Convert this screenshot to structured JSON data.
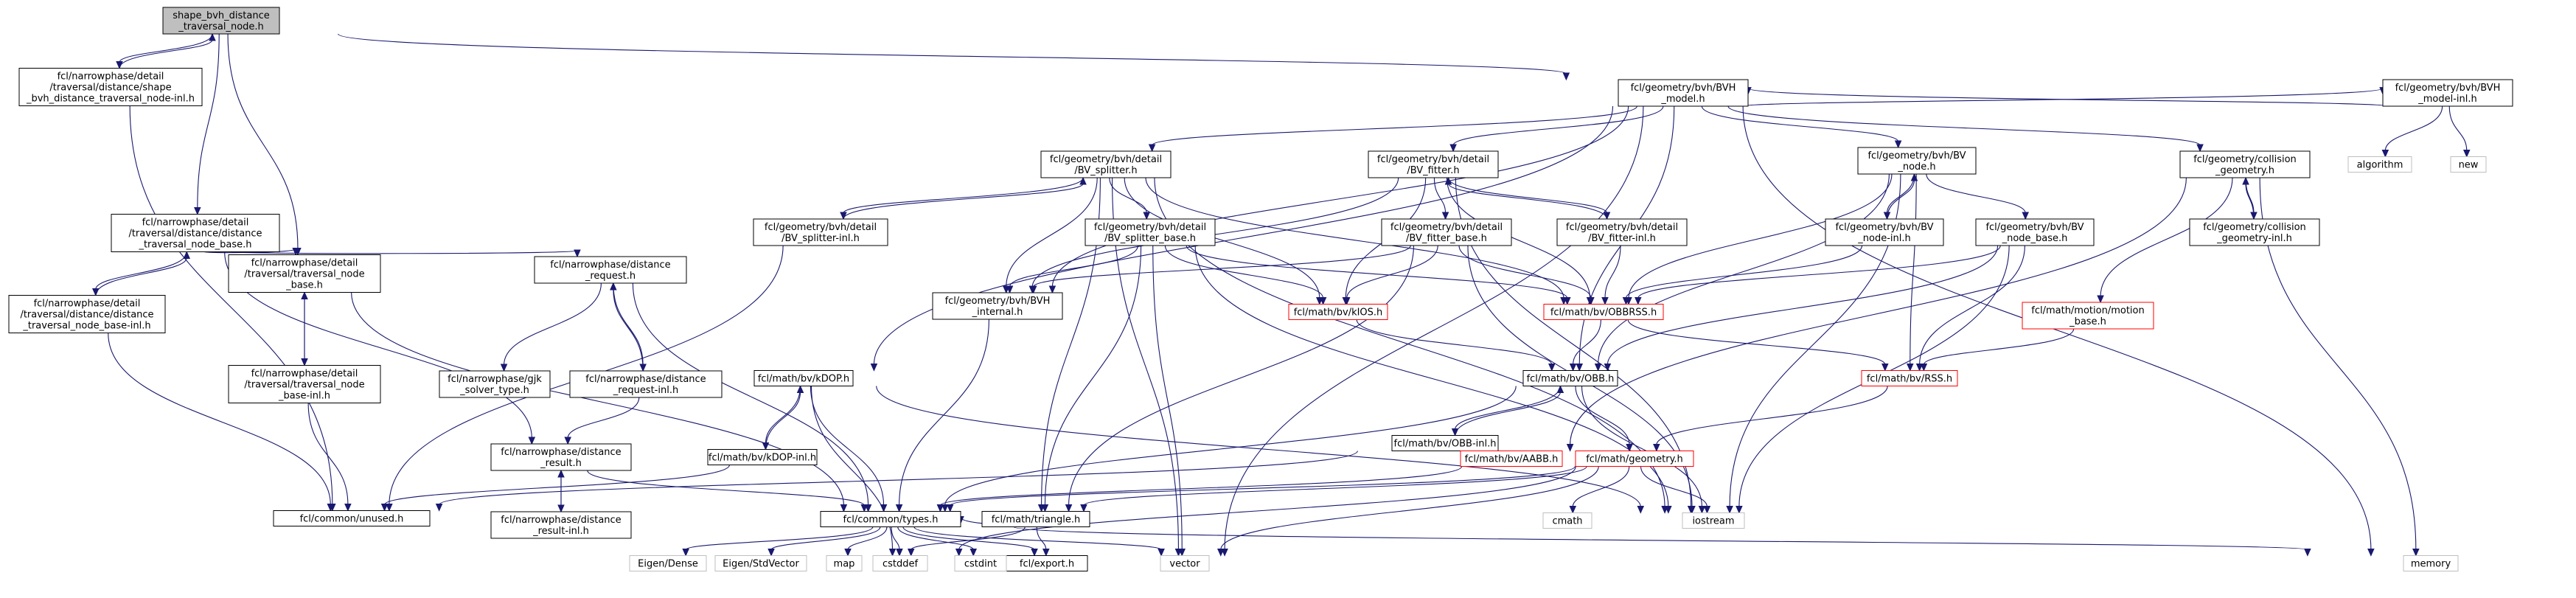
{
  "colors": {
    "edge": "#191970",
    "box_border": "#000000",
    "missing_border": "#bfbfbf",
    "missing_text": "#7f7f7f",
    "red_border": "#ff0000",
    "root_fill": "#bfbfbf",
    "fill": "#ffffff"
  },
  "nodes": [
    {
      "id": "root",
      "style": "root",
      "lines": [
        "shape_bvh_distance",
        "_traversal_node.h"
      ]
    },
    {
      "id": "sbdtn_inl",
      "style": "normal",
      "lines": [
        "fcl/narrowphase/detail",
        "/traversal/distance/shape",
        "_bvh_distance_traversal_node-inl.h"
      ]
    },
    {
      "id": "bvh_model",
      "style": "normal",
      "lines": [
        "fcl/geometry/bvh/BVH",
        "_model.h"
      ]
    },
    {
      "id": "dtnb",
      "style": "normal",
      "lines": [
        "fcl/narrowphase/detail",
        "/traversal/distance/distance",
        "_traversal_node_base.h"
      ]
    },
    {
      "id": "tnb",
      "style": "normal",
      "lines": [
        "fcl/narrowphase/detail",
        "/traversal/traversal_node",
        "_base.h"
      ]
    },
    {
      "id": "dtnb_inl",
      "style": "normal",
      "lines": [
        "fcl/narrowphase/detail",
        "/traversal/distance/distance",
        "_traversal_node_base-inl.h"
      ]
    },
    {
      "id": "tnb_inl",
      "style": "normal",
      "lines": [
        "fcl/narrowphase/detail",
        "/traversal/traversal_node",
        "_base-inl.h"
      ]
    },
    {
      "id": "dreq",
      "style": "normal",
      "lines": [
        "fcl/narrowphase/distance",
        "_request.h"
      ]
    },
    {
      "id": "gjk",
      "style": "normal",
      "lines": [
        "fcl/narrowphase/gjk",
        "_solver_type.h"
      ]
    },
    {
      "id": "dreq_inl",
      "style": "normal",
      "lines": [
        "fcl/narrowphase/distance",
        "_request-inl.h"
      ]
    },
    {
      "id": "dres",
      "style": "normal",
      "lines": [
        "fcl/narrowphase/distance",
        "_result.h"
      ]
    },
    {
      "id": "dres_inl",
      "style": "normal",
      "lines": [
        "fcl/narrowphase/distance",
        "_result-inl.h"
      ]
    },
    {
      "id": "unused",
      "style": "normal",
      "lines": [
        "fcl/common/unused.h"
      ]
    },
    {
      "id": "types",
      "style": "normal",
      "lines": [
        "fcl/common/types.h"
      ]
    },
    {
      "id": "bv_splitter",
      "style": "normal",
      "lines": [
        "fcl/geometry/bvh/detail",
        "/BV_splitter.h"
      ]
    },
    {
      "id": "bv_splitter_inl",
      "style": "normal",
      "lines": [
        "fcl/geometry/bvh/detail",
        "/BV_splitter-inl.h"
      ]
    },
    {
      "id": "bv_splitter_base",
      "style": "normal",
      "lines": [
        "fcl/geometry/bvh/detail",
        "/BV_splitter_base.h"
      ]
    },
    {
      "id": "bv_fitter",
      "style": "normal",
      "lines": [
        "fcl/geometry/bvh/detail",
        "/BV_fitter.h"
      ]
    },
    {
      "id": "bv_fitter_base",
      "style": "normal",
      "lines": [
        "fcl/geometry/bvh/detail",
        "/BV_fitter_base.h"
      ]
    },
    {
      "id": "bv_fitter_inl",
      "style": "normal",
      "lines": [
        "fcl/geometry/bvh/detail",
        "/BV_fitter-inl.h"
      ]
    },
    {
      "id": "bvh_internal",
      "style": "normal",
      "lines": [
        "fcl/geometry/bvh/BVH",
        "_internal.h"
      ]
    },
    {
      "id": "kios",
      "style": "red",
      "lines": [
        "fcl/math/bv/kIOS.h"
      ]
    },
    {
      "id": "obbrss",
      "style": "red",
      "lines": [
        "fcl/math/bv/OBBRSS.h"
      ]
    },
    {
      "id": "obb",
      "style": "normal",
      "lines": [
        "fcl/math/bv/OBB.h"
      ]
    },
    {
      "id": "obb_inl",
      "style": "normal",
      "lines": [
        "fcl/math/bv/OBB-inl.h"
      ]
    },
    {
      "id": "kdop",
      "style": "normal",
      "lines": [
        "fcl/math/bv/kDOP.h"
      ]
    },
    {
      "id": "kdop_inl",
      "style": "normal",
      "lines": [
        "fcl/math/bv/kDOP-inl.h"
      ]
    },
    {
      "id": "aabb",
      "style": "red",
      "lines": [
        "fcl/math/bv/AABB.h"
      ]
    },
    {
      "id": "geometry",
      "style": "red",
      "lines": [
        "fcl/math/geometry.h"
      ]
    },
    {
      "id": "triangle",
      "style": "normal",
      "lines": [
        "fcl/math/triangle.h"
      ]
    },
    {
      "id": "export",
      "style": "normal",
      "lines": [
        "fcl/export.h"
      ]
    },
    {
      "id": "bv_node",
      "style": "normal",
      "lines": [
        "fcl/geometry/bvh/BV",
        "_node.h"
      ]
    },
    {
      "id": "bv_node_inl",
      "style": "normal",
      "lines": [
        "fcl/geometry/bvh/BV",
        "_node-inl.h"
      ]
    },
    {
      "id": "bv_node_base",
      "style": "normal",
      "lines": [
        "fcl/geometry/bvh/BV",
        "_node_base.h"
      ]
    },
    {
      "id": "rss",
      "style": "red",
      "lines": [
        "fcl/math/bv/RSS.h"
      ]
    },
    {
      "id": "motion_base",
      "style": "red",
      "lines": [
        "fcl/math/motion/motion",
        "_base.h"
      ]
    },
    {
      "id": "coll_geom",
      "style": "normal",
      "lines": [
        "fcl/geometry/collision",
        "_geometry.h"
      ]
    },
    {
      "id": "coll_geom_inl",
      "style": "normal",
      "lines": [
        "fcl/geometry/collision",
        "_geometry-inl.h"
      ]
    },
    {
      "id": "bvh_model_inl",
      "style": "normal",
      "lines": [
        "fcl/geometry/bvh/BVH",
        "_model-inl.h"
      ]
    },
    {
      "id": "algorithm",
      "style": "missing",
      "lines": [
        "algorithm"
      ]
    },
    {
      "id": "new",
      "style": "missing",
      "lines": [
        "new"
      ]
    },
    {
      "id": "memory",
      "style": "missing",
      "lines": [
        "memory"
      ]
    },
    {
      "id": "iostream",
      "style": "missing",
      "lines": [
        "iostream"
      ]
    },
    {
      "id": "cmath",
      "style": "missing",
      "lines": [
        "cmath"
      ]
    },
    {
      "id": "vector",
      "style": "missing",
      "lines": [
        "vector"
      ]
    },
    {
      "id": "cstddef",
      "style": "missing",
      "lines": [
        "cstddef"
      ]
    },
    {
      "id": "cstdint",
      "style": "missing",
      "lines": [
        "cstdint"
      ]
    },
    {
      "id": "map",
      "style": "missing",
      "lines": [
        "map"
      ]
    },
    {
      "id": "eigen_dense",
      "style": "missing",
      "lines": [
        "Eigen/Dense"
      ]
    },
    {
      "id": "eigen_stdvector",
      "style": "missing",
      "lines": [
        "Eigen/StdVector"
      ]
    }
  ],
  "edges": [
    [
      "root",
      "sbdtn_inl"
    ],
    [
      "root",
      "bvh_model"
    ],
    [
      "root",
      "dtnb"
    ],
    [
      "root",
      "tnb"
    ],
    [
      "sbdtn_inl",
      "root"
    ],
    [
      "sbdtn_inl",
      "unused"
    ],
    [
      "bvh_model",
      "bv_splitter"
    ],
    [
      "bvh_model",
      "bv_fitter"
    ],
    [
      "bvh_model",
      "bvh_internal"
    ],
    [
      "bvh_model",
      "kdop"
    ],
    [
      "bvh_model",
      "obb"
    ],
    [
      "bvh_model",
      "bv_node"
    ],
    [
      "bvh_model",
      "coll_geom"
    ],
    [
      "bvh_model",
      "bvh_model_inl"
    ],
    [
      "bvh_model",
      "memory"
    ],
    [
      "bvh_model",
      "vector"
    ],
    [
      "bvh_model_inl",
      "bvh_model"
    ],
    [
      "bvh_model_inl",
      "algorithm"
    ],
    [
      "bvh_model_inl",
      "new"
    ],
    [
      "dtnb",
      "dtnb_inl"
    ],
    [
      "dtnb",
      "tnb"
    ],
    [
      "dtnb",
      "dreq"
    ],
    [
      "dtnb",
      "dres"
    ],
    [
      "dtnb_inl",
      "dtnb"
    ],
    [
      "dtnb_inl",
      "unused"
    ],
    [
      "tnb",
      "tnb_inl"
    ],
    [
      "tnb",
      "types"
    ],
    [
      "tnb_inl",
      "tnb"
    ],
    [
      "tnb_inl",
      "unused"
    ],
    [
      "dreq",
      "gjk"
    ],
    [
      "dreq",
      "dreq_inl"
    ],
    [
      "dreq",
      "types"
    ],
    [
      "dreq_inl",
      "dreq"
    ],
    [
      "dreq_inl",
      "dres"
    ],
    [
      "dres",
      "dres_inl"
    ],
    [
      "dres",
      "types"
    ],
    [
      "dres_inl",
      "dres"
    ],
    [
      "bv_splitter",
      "bv_splitter_inl"
    ],
    [
      "bv_splitter",
      "bv_splitter_base"
    ],
    [
      "bv_splitter",
      "bvh_internal"
    ],
    [
      "bv_splitter",
      "kios"
    ],
    [
      "bv_splitter",
      "obbrss"
    ],
    [
      "bv_splitter",
      "triangle"
    ],
    [
      "bv_splitter",
      "vector"
    ],
    [
      "bv_splitter",
      "iostream"
    ],
    [
      "bv_splitter_inl",
      "bv_splitter"
    ],
    [
      "bv_splitter_inl",
      "unused"
    ],
    [
      "bv_splitter_base",
      "bvh_internal"
    ],
    [
      "bv_splitter_base",
      "kios"
    ],
    [
      "bv_splitter_base",
      "obbrss"
    ],
    [
      "bv_splitter_base",
      "triangle"
    ],
    [
      "bv_splitter_base",
      "vector"
    ],
    [
      "bv_splitter_base",
      "iostream"
    ],
    [
      "bv_fitter",
      "bv_fitter_inl"
    ],
    [
      "bv_fitter",
      "bv_fitter_base"
    ],
    [
      "bv_fitter",
      "bvh_internal"
    ],
    [
      "bv_fitter",
      "kios"
    ],
    [
      "bv_fitter",
      "obbrss"
    ],
    [
      "bv_fitter",
      "iostream"
    ],
    [
      "bv_fitter_inl",
      "bv_fitter"
    ],
    [
      "bv_fitter_inl",
      "obbrss"
    ],
    [
      "bv_fitter_base",
      "bvh_internal"
    ],
    [
      "bv_fitter_base",
      "kios"
    ],
    [
      "bv_fitter_base",
      "obbrss"
    ],
    [
      "bv_fitter_base",
      "triangle"
    ],
    [
      "bv_fitter_base",
      "iostream"
    ],
    [
      "bvh_internal",
      "types"
    ],
    [
      "kios",
      "obb"
    ],
    [
      "obbrss",
      "obb"
    ],
    [
      "obbrss",
      "rss"
    ],
    [
      "obb",
      "obb_inl"
    ],
    [
      "obb",
      "geometry"
    ],
    [
      "obb",
      "iostream"
    ],
    [
      "obb",
      "types"
    ],
    [
      "obb_inl",
      "obb"
    ],
    [
      "obb_inl",
      "unused"
    ],
    [
      "kdop",
      "kdop_inl"
    ],
    [
      "kdop",
      "types"
    ],
    [
      "kdop",
      "cstddef"
    ],
    [
      "kdop",
      "iostream"
    ],
    [
      "kdop_inl",
      "kdop"
    ],
    [
      "kdop_inl",
      "unused"
    ],
    [
      "aabb",
      "types"
    ],
    [
      "geometry",
      "cmath"
    ],
    [
      "geometry",
      "iostream"
    ],
    [
      "geometry",
      "vector"
    ],
    [
      "geometry",
      "types"
    ],
    [
      "geometry",
      "cstddef"
    ],
    [
      "geometry",
      "triangle"
    ],
    [
      "triangle",
      "types"
    ],
    [
      "triangle",
      "export"
    ],
    [
      "triangle",
      "cstddef"
    ],
    [
      "types",
      "eigen_dense"
    ],
    [
      "types",
      "eigen_stdvector"
    ],
    [
      "types",
      "map"
    ],
    [
      "types",
      "cstddef"
    ],
    [
      "types",
      "cstdint"
    ],
    [
      "types",
      "export"
    ],
    [
      "types",
      "vector"
    ],
    [
      "types",
      "memory"
    ],
    [
      "bv_node",
      "bv_node_inl"
    ],
    [
      "bv_node",
      "bv_node_base"
    ],
    [
      "bv_node",
      "obb"
    ],
    [
      "bv_node",
      "obbrss"
    ],
    [
      "bv_node",
      "iostream"
    ],
    [
      "bv_node_inl",
      "bv_node"
    ],
    [
      "bv_node_inl",
      "obbrss"
    ],
    [
      "bv_node_base",
      "obb"
    ],
    [
      "bv_node_base",
      "obbrss"
    ],
    [
      "bv_node_base",
      "rss"
    ],
    [
      "bv_node_base",
      "iostream"
    ],
    [
      "bv_node",
      "rss"
    ],
    [
      "rss",
      "geometry"
    ],
    [
      "coll_geom",
      "coll_geom_inl"
    ],
    [
      "coll_geom",
      "motion_base"
    ],
    [
      "coll_geom",
      "aabb"
    ],
    [
      "coll_geom",
      "memory"
    ],
    [
      "coll_geom_inl",
      "coll_geom"
    ],
    [
      "motion_base",
      "rss"
    ]
  ]
}
